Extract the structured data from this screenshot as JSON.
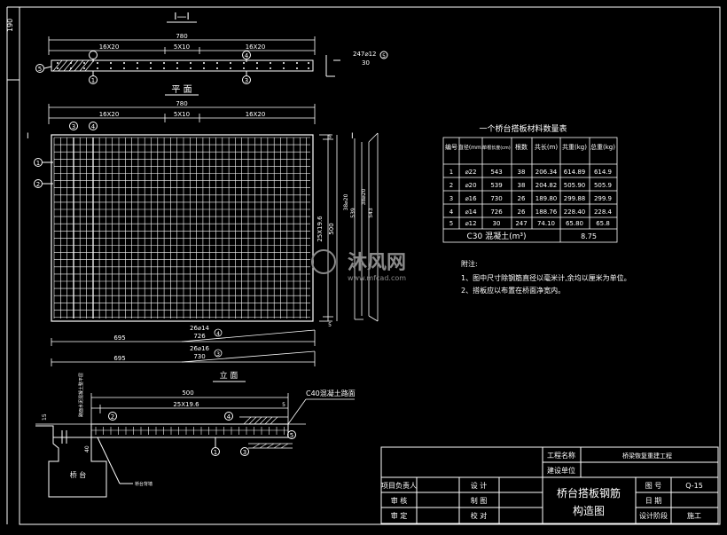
{
  "colors": {
    "background": "#000000",
    "line": "#ffffff",
    "dim": "#d8d8d8",
    "title_block": "#ffffff",
    "watermark": "#8a8a8a"
  },
  "section": {
    "title": "I—I",
    "total": "780",
    "left": "16X20",
    "mid": "5X10",
    "right": "16X20",
    "rebar_note": "247⌀12",
    "rebar_len": "30",
    "marks": [
      "5",
      "1",
      "4",
      "3",
      "5"
    ]
  },
  "plan": {
    "title": "平  面",
    "total": "780",
    "left": "16X20",
    "mid": "5X10",
    "right": "16X20",
    "cut_mark": "I",
    "marks": [
      "3",
      "4",
      "1",
      "2"
    ],
    "v_dim_inner": "25X19.6",
    "v_dim_total": "500",
    "v_dim_side_a": "38⌀20",
    "v_dim_side_b": "539",
    "v_dim_side_c": "38⌀20",
    "v_dim_side_d": "543",
    "v_small": "5",
    "bottom_dim_1": "695",
    "bottom_label_1": "26⌀14",
    "bottom_sub_1": "726",
    "bottom_dim_2": "695",
    "bottom_label_2": "26⌀16",
    "bottom_sub_2": "730"
  },
  "elevation": {
    "title": "立  面",
    "total": "500",
    "spacing": "25X19.6",
    "edge": "5",
    "top_label": "C40混凝土路面",
    "left_label": "路面水泥混凝土整平层",
    "bottom_label": "桥  台",
    "side_label": "桥台背墙",
    "dim_a": "15",
    "dim_b": "40",
    "marks": [
      "2",
      "4",
      "5",
      "1",
      "3"
    ]
  },
  "table": {
    "title": "一个桥台搭板材料数量表",
    "headers": [
      "编号",
      "直径(mm)",
      "单根长度(cm)",
      "根数",
      "共长(m)",
      "共重(kg)",
      "总重(kg)"
    ],
    "rows": [
      [
        "1",
        "⌀22",
        "543",
        "38",
        "206.34",
        "614.89",
        "614.9"
      ],
      [
        "2",
        "⌀20",
        "539",
        "38",
        "204.82",
        "505.90",
        "505.9"
      ],
      [
        "3",
        "⌀16",
        "730",
        "26",
        "189.80",
        "299.88",
        "299.9"
      ],
      [
        "4",
        "⌀14",
        "726",
        "26",
        "188.76",
        "228.40",
        "228.4"
      ],
      [
        "5",
        "⌀12",
        "30",
        "247",
        "74.10",
        "65.80",
        "65.8"
      ]
    ],
    "concrete_label": "C30 混凝土(m³)",
    "concrete_value": "8.75"
  },
  "notes": {
    "heading": "附注:",
    "items": [
      "1、图中尺寸除钢筋直径以毫米计,余均以厘米为单位。",
      "2、搭板应以布置在桥面净宽内。"
    ]
  },
  "title_block": {
    "project_name_label": "工程名称",
    "project_name": "桥梁恢复重建工程",
    "unit_label": "建设单位",
    "responsible_label": "项目负责人",
    "check_label": "审  核",
    "approve_label": "审  定",
    "design_label": "设  计",
    "draw_label": "制  图",
    "review_label": "校  对",
    "drawing_title_1": "桥台搭板钢筋",
    "drawing_title_2": "构造图",
    "number_label": "图    号",
    "number_value": "Q-15",
    "date_label": "日    期",
    "phase_label": "设计阶段",
    "phase_value": "施工"
  },
  "watermark": {
    "text": "沐风网",
    "url": "www.mfcad.com"
  },
  "frame": {
    "corner_text": "190"
  }
}
